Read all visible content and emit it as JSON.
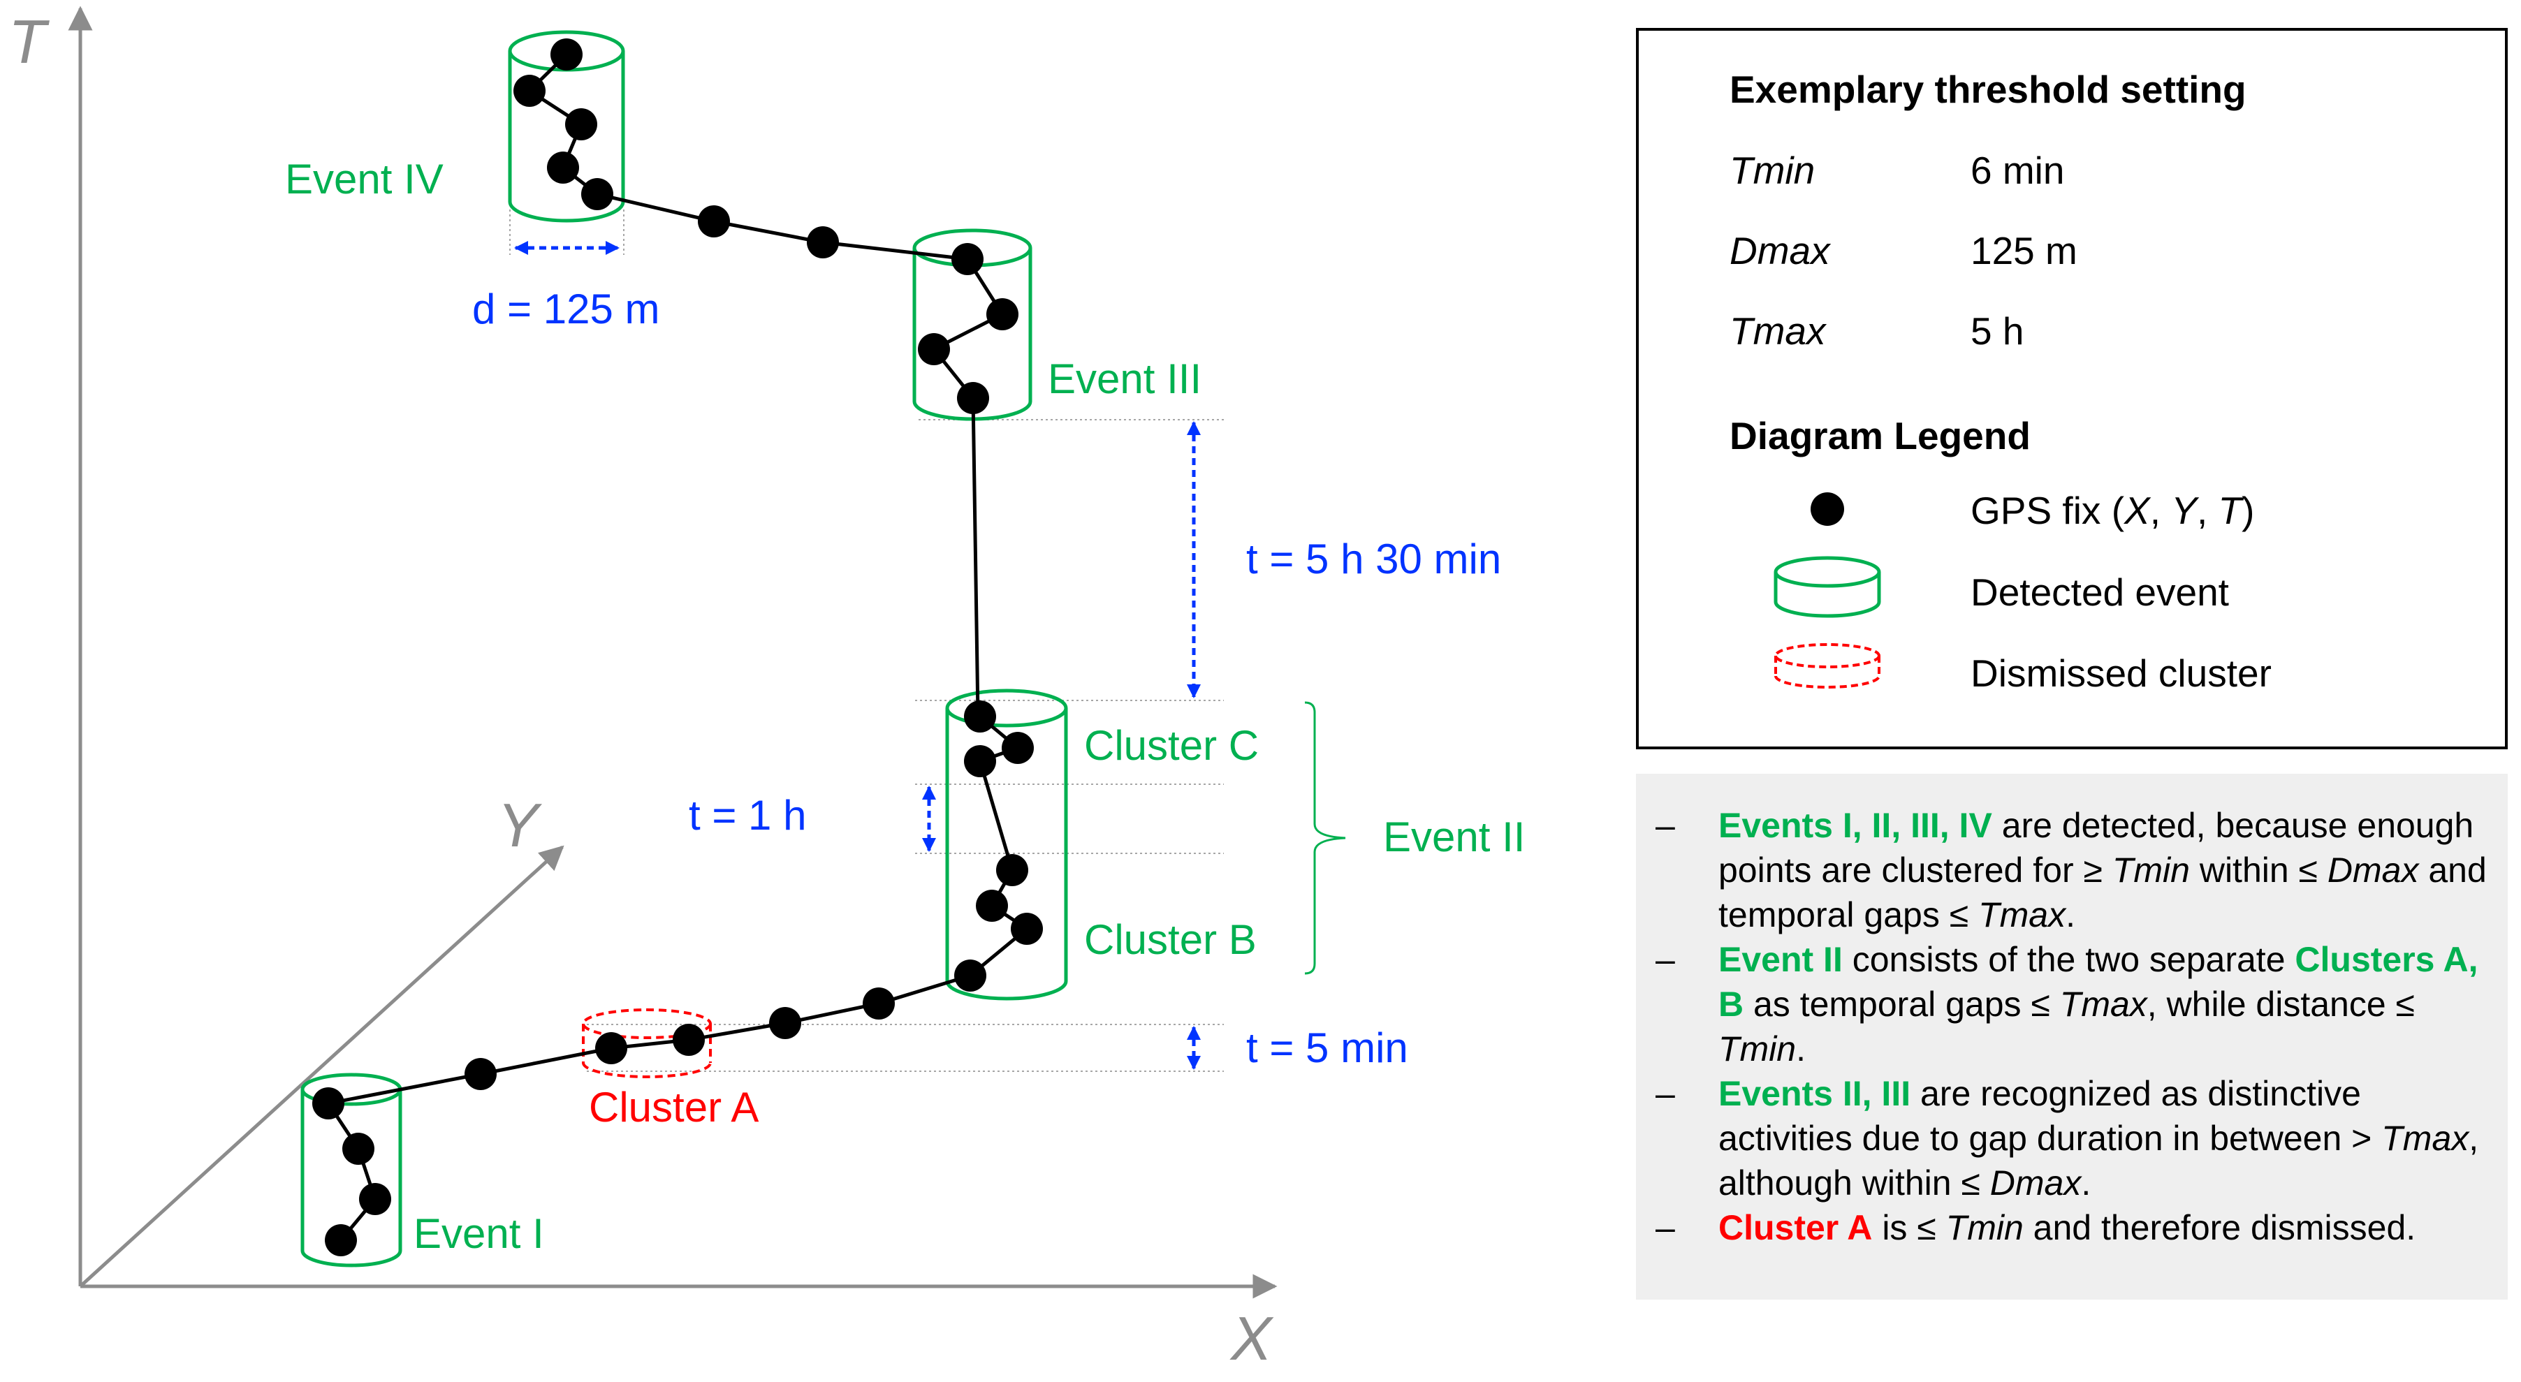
{
  "axes": {
    "t": "T",
    "y": "Y",
    "x": "X"
  },
  "events": {
    "event_i": "Event I",
    "event_ii": "Event II",
    "event_iii": "Event III",
    "event_iv": "Event IV"
  },
  "clusters": {
    "cluster_a": "Cluster A",
    "cluster_b": "Cluster B",
    "cluster_c": "Cluster C"
  },
  "measures": {
    "diameter": "d = 125 m",
    "gap_long": "t = 5 h 30 min",
    "gap_hour": "t = 1 h",
    "gap_short": "t = 5 min"
  },
  "legend": {
    "threshold_title": "Exemplary threshold setting",
    "thresholds": [
      {
        "name": "Tmin",
        "value": "6 min"
      },
      {
        "name": "Dmax",
        "value": "125 m"
      },
      {
        "name": "Tmax",
        "value": "5 h"
      }
    ],
    "legend_title": "Diagram Legend",
    "gps_fix_prefix": "GPS fix (",
    "gps_x": "X",
    "gps_sep1": ", ",
    "gps_y": "Y",
    "gps_sep2": ", ",
    "gps_t": "T",
    "gps_suffix": ")",
    "detected_event": "Detected event",
    "dismissed_cluster": "Dismissed cluster"
  },
  "notes": {
    "dash": "–",
    "n1_hl": "Events I, II, III, IV",
    "n1_a": " are detected, because enough points are clustered for ≥ ",
    "n1_tmin": "Tmin",
    "n1_b": " within ≤ ",
    "n1_dmax": "Dmax",
    "n1_c": " and temporal gaps ≤ ",
    "n1_tmax": "Tmax",
    "n1_d": ".",
    "n2_hl": "Event II",
    "n2_a": " consists of the two separate ",
    "n2_hl2": "Clusters A, B",
    "n2_b": " as temporal gaps ≤ ",
    "n2_tmax": "Tmax",
    "n2_c": ", while distance ≤ ",
    "n2_tmin": "Tmin",
    "n2_d": ".",
    "n3_hl": "Events II, III",
    "n3_a": " are recognized as distinctive activities due to gap duration in between > ",
    "n3_tmax": "Tmax",
    "n3_b": ", although within ≤ ",
    "n3_dmax": "Dmax",
    "n3_c": ".",
    "n4_hl": "Cluster A",
    "n4_a": " is ≤ ",
    "n4_tmin": "Tmin",
    "n4_b": " and therefore dismissed."
  },
  "colors": {
    "event_green": "#00b050",
    "dismissed_red": "#ff0000",
    "measure_blue": "#0033ff",
    "axis_gray": "#8c8c8c",
    "notes_bg": "#efefef"
  }
}
